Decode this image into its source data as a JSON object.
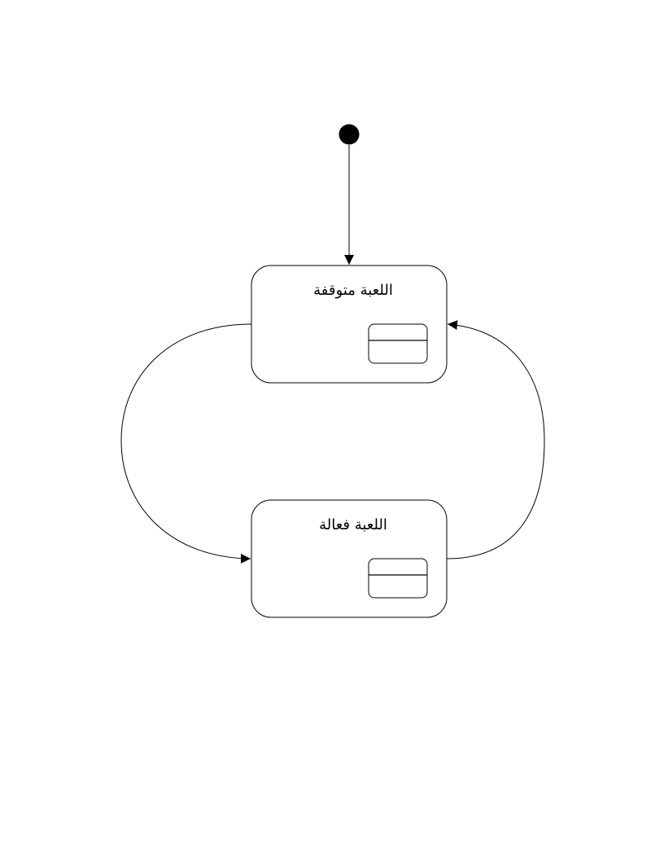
{
  "diagram": {
    "type": "state-machine",
    "initial_state": "paused",
    "states": [
      {
        "id": "paused",
        "label": "اللعبة متوقفة"
      },
      {
        "id": "active",
        "label": "اللعبة فعالة"
      }
    ],
    "transitions": [
      {
        "from": "initial",
        "to": "paused",
        "label": ""
      },
      {
        "from": "paused",
        "to": "active",
        "label": ""
      },
      {
        "from": "active",
        "to": "paused",
        "label": ""
      }
    ],
    "colors": {
      "stroke": "#000000",
      "fill": "#ffffff",
      "initial_node": "#000000"
    },
    "icons": [
      "composite-state-icon"
    ]
  }
}
